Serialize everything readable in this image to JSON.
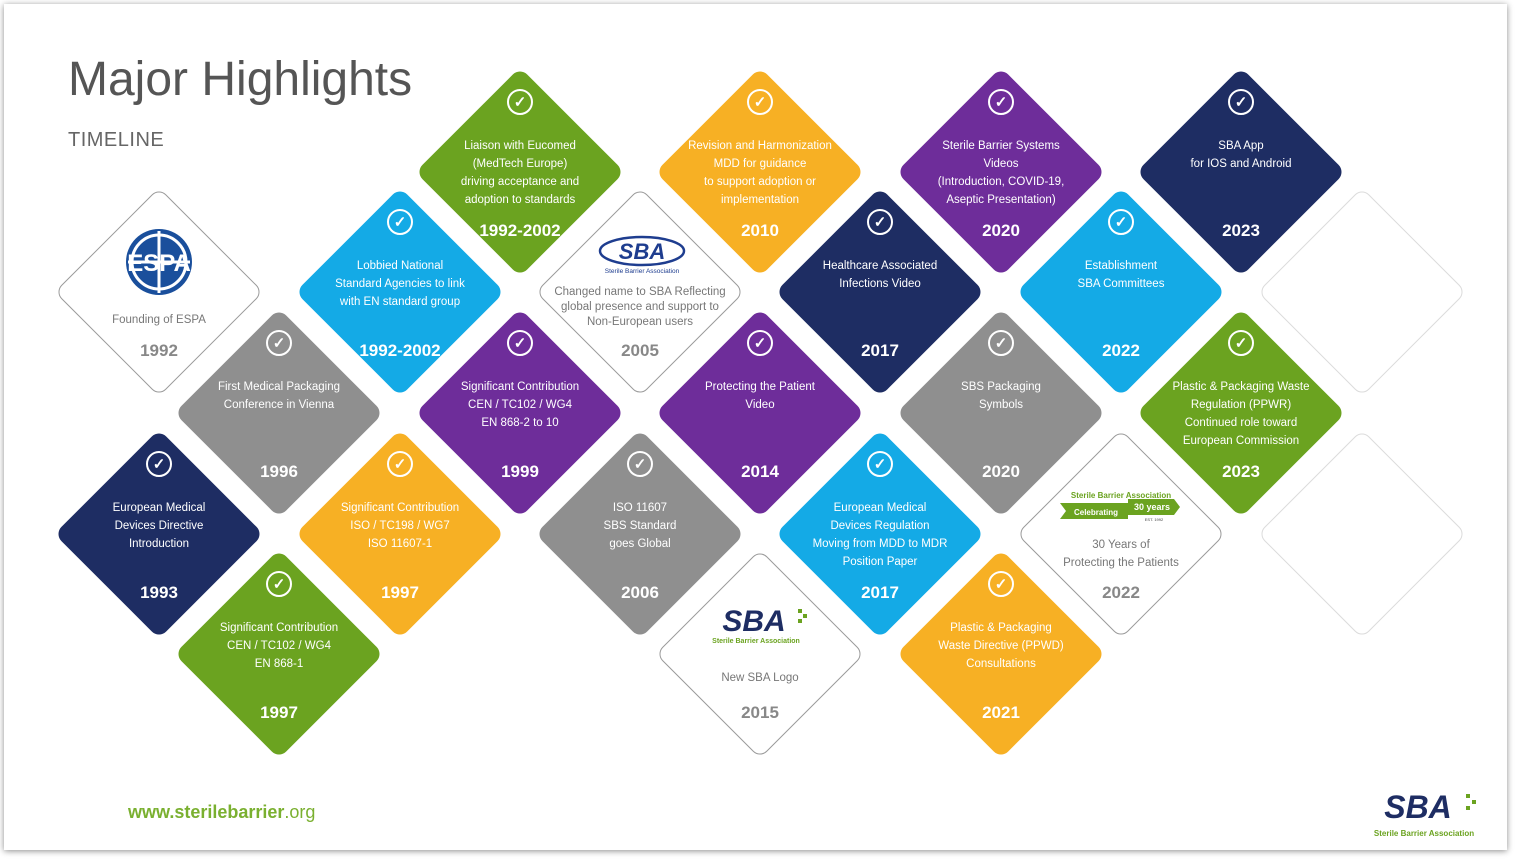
{
  "header": {
    "title": "Major Highlights",
    "subtitle": "TIMELINE"
  },
  "colors": {
    "green": "#6ba320",
    "blue": "#14aae6",
    "orange": "#f7b024",
    "purple": "#6e2d9a",
    "navy": "#1e2d63",
    "gray": "#8f8f8f"
  },
  "tiles": [
    {
      "desc": "Founding of ESPA",
      "year": "1992"
    },
    {
      "desc": "European Medical\nDevices Directive\nIntroduction",
      "year": "1993"
    },
    {
      "desc": "First Medical Packaging\nConference in Vienna",
      "year": "1996"
    },
    {
      "desc": "Significant Contribution\nCEN / TC102 / WG4\nEN 868-1",
      "year": "1997"
    },
    {
      "desc": "Liaison with Eucomed\n(MedTech Europe)\ndriving acceptance and\nadoption to standards",
      "year": "1992-2002"
    },
    {
      "desc": "Lobbied National\nStandard Agencies to link\nwith EN standard group",
      "year": "1992-2002"
    },
    {
      "desc": "Significant Contribution\nISO / TC198 / WG7\nISO 11607-1",
      "year": "1997"
    },
    {
      "desc": "Significant Contribution\nCEN / TC102 / WG4\nEN 868-2 to 10",
      "year": "1999"
    },
    {
      "desc": "Changed name to SBA Reflecting\nglobal presence and support to\nNon-European users",
      "year": "2005"
    },
    {
      "desc": "ISO 11607\nSBS Standard\ngoes Global",
      "year": "2006"
    },
    {
      "desc": "Revision and Harmonization\nMDD for guidance\nto support adoption or\nimplementation",
      "year": "2010"
    },
    {
      "desc": "Protecting the Patient\nVideo",
      "year": "2014"
    },
    {
      "desc": "New SBA Logo",
      "year": "2015"
    },
    {
      "desc": "Healthcare Associated\nInfections Video",
      "year": "2017"
    },
    {
      "desc": "European Medical\nDevices Regulation\nMoving from MDD to MDR\nPosition Paper",
      "year": "2017"
    },
    {
      "desc": "Sterile Barrier Systems\nVideos\n(Introduction, COVID-19,\nAseptic Presentation)",
      "year": "2020"
    },
    {
      "desc": "SBS Packaging\nSymbols",
      "year": "2020"
    },
    {
      "desc": "Plastic & Packaging\nWaste Directive (PPWD)\nConsultations",
      "year": "2021"
    },
    {
      "desc": "Establishment\nSBA Committees",
      "year": "2022"
    },
    {
      "desc": "30 Years of\nProtecting the Patients",
      "year": "2022"
    },
    {
      "desc": "SBA App\nfor IOS and Android",
      "year": "2023"
    },
    {
      "desc": "Plastic & Packaging Waste\nRegulation (PPWR)\nContinued role toward\nEuropean Commission",
      "year": "2023"
    }
  ],
  "logos": {
    "espa": "ESPA",
    "sba": "SBA",
    "sba_tagline": "Sterile Barrier Association",
    "badge_org": "Sterile Barrier Association",
    "badge_celebrating": "Celebrating",
    "badge_years": "30 years",
    "badge_est": "EST. 1992"
  },
  "footer": {
    "url_main": "www.sterilebarrier",
    "url_tld": ".org"
  },
  "check_glyph": "✓"
}
